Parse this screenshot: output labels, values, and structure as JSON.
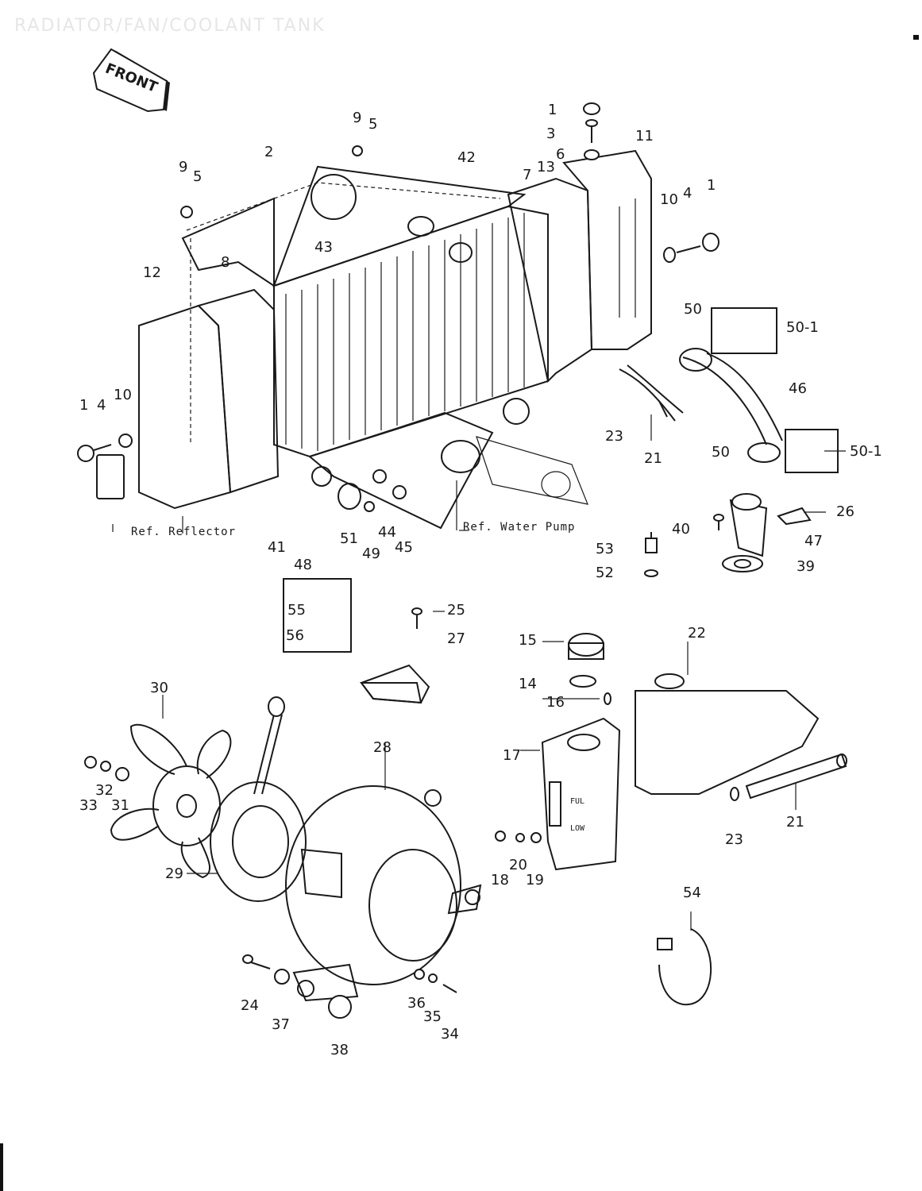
{
  "header": {
    "title": "RADIATOR/FAN/COOLANT TANK"
  },
  "front_badge": "FRONT",
  "refs": {
    "reflector": "Ref. Reflector",
    "water_pump": "Ref. Water Pump"
  },
  "callouts": [
    {
      "id": "c-1a",
      "text": "1"
    },
    {
      "id": "c-3",
      "text": "3"
    },
    {
      "id": "c-6",
      "text": "6"
    },
    {
      "id": "c-13",
      "text": "13"
    },
    {
      "id": "c-7",
      "text": "7"
    },
    {
      "id": "c-11",
      "text": "11"
    },
    {
      "id": "c-42",
      "text": "42"
    },
    {
      "id": "c-9a",
      "text": "9"
    },
    {
      "id": "c-5a",
      "text": "5"
    },
    {
      "id": "c-2",
      "text": "2"
    },
    {
      "id": "c-9b",
      "text": "9"
    },
    {
      "id": "c-5b",
      "text": "5"
    },
    {
      "id": "c-10a",
      "text": "10"
    },
    {
      "id": "c-4a",
      "text": "4"
    },
    {
      "id": "c-1b",
      "text": "1"
    },
    {
      "id": "c-12",
      "text": "12"
    },
    {
      "id": "c-8",
      "text": "8"
    },
    {
      "id": "c-43",
      "text": "43"
    },
    {
      "id": "c-50a",
      "text": "50"
    },
    {
      "id": "c-50-1a",
      "text": "50-1"
    },
    {
      "id": "c-46",
      "text": "46"
    },
    {
      "id": "c-1c",
      "text": "1"
    },
    {
      "id": "c-4b",
      "text": "4"
    },
    {
      "id": "c-10b",
      "text": "10"
    },
    {
      "id": "c-23a",
      "text": "23"
    },
    {
      "id": "c-21a",
      "text": "21"
    },
    {
      "id": "c-50b",
      "text": "50"
    },
    {
      "id": "c-50-1b",
      "text": "50-1"
    },
    {
      "id": "c-26",
      "text": "26"
    },
    {
      "id": "c-40",
      "text": "40"
    },
    {
      "id": "c-47",
      "text": "47"
    },
    {
      "id": "c-53",
      "text": "53"
    },
    {
      "id": "c-52",
      "text": "52"
    },
    {
      "id": "c-39",
      "text": "39"
    },
    {
      "id": "c-41",
      "text": "41"
    },
    {
      "id": "c-51",
      "text": "51"
    },
    {
      "id": "c-44",
      "text": "44"
    },
    {
      "id": "c-49",
      "text": "49"
    },
    {
      "id": "c-45",
      "text": "45"
    },
    {
      "id": "c-48",
      "text": "48"
    },
    {
      "id": "c-55",
      "text": "55"
    },
    {
      "id": "c-56",
      "text": "56"
    },
    {
      "id": "c-25",
      "text": "25"
    },
    {
      "id": "c-27",
      "text": "27"
    },
    {
      "id": "c-15",
      "text": "15"
    },
    {
      "id": "c-22",
      "text": "22"
    },
    {
      "id": "c-14",
      "text": "14"
    },
    {
      "id": "c-16",
      "text": "16"
    },
    {
      "id": "c-17",
      "text": "17"
    },
    {
      "id": "c-30",
      "text": "30"
    },
    {
      "id": "c-28",
      "text": "28"
    },
    {
      "id": "c-33",
      "text": "33"
    },
    {
      "id": "c-32",
      "text": "32"
    },
    {
      "id": "c-31",
      "text": "31"
    },
    {
      "id": "c-29",
      "text": "29"
    },
    {
      "id": "c-18",
      "text": "18"
    },
    {
      "id": "c-20",
      "text": "20"
    },
    {
      "id": "c-19",
      "text": "19"
    },
    {
      "id": "c-23b",
      "text": "23"
    },
    {
      "id": "c-21b",
      "text": "21"
    },
    {
      "id": "c-54",
      "text": "54"
    },
    {
      "id": "c-24",
      "text": "24"
    },
    {
      "id": "c-37",
      "text": "37"
    },
    {
      "id": "c-38",
      "text": "38"
    },
    {
      "id": "c-36",
      "text": "36"
    },
    {
      "id": "c-35",
      "text": "35"
    },
    {
      "id": "c-34",
      "text": "34"
    }
  ],
  "tank_gauge": {
    "full": "FUL",
    "low": "LOW"
  }
}
